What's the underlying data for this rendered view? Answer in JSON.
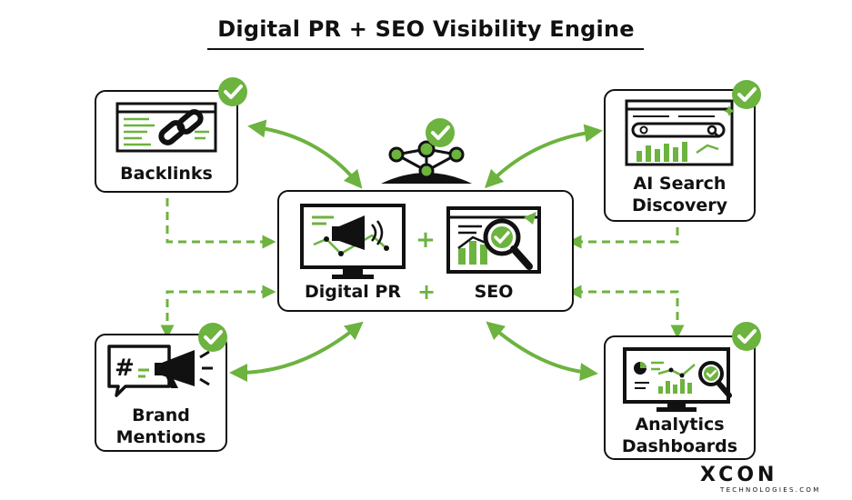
{
  "title": "Digital PR + SEO Visibility Engine",
  "center": {
    "left_label": "Digital PR",
    "plus": "+",
    "right_label": "SEO",
    "mid_plus": "+"
  },
  "nodes": {
    "backlinks": "Backlinks",
    "ai_search": [
      "AI Search",
      "Discovery"
    ],
    "brand_mentions": [
      "Brand",
      "Mentions"
    ],
    "analytics": [
      "Analytics",
      "Dashboards"
    ]
  },
  "brand": {
    "name": "XCON",
    "tagline": "TECHNOLOGIES.COM"
  },
  "colors": {
    "accent": "#6cb33f",
    "ink": "#111111"
  }
}
